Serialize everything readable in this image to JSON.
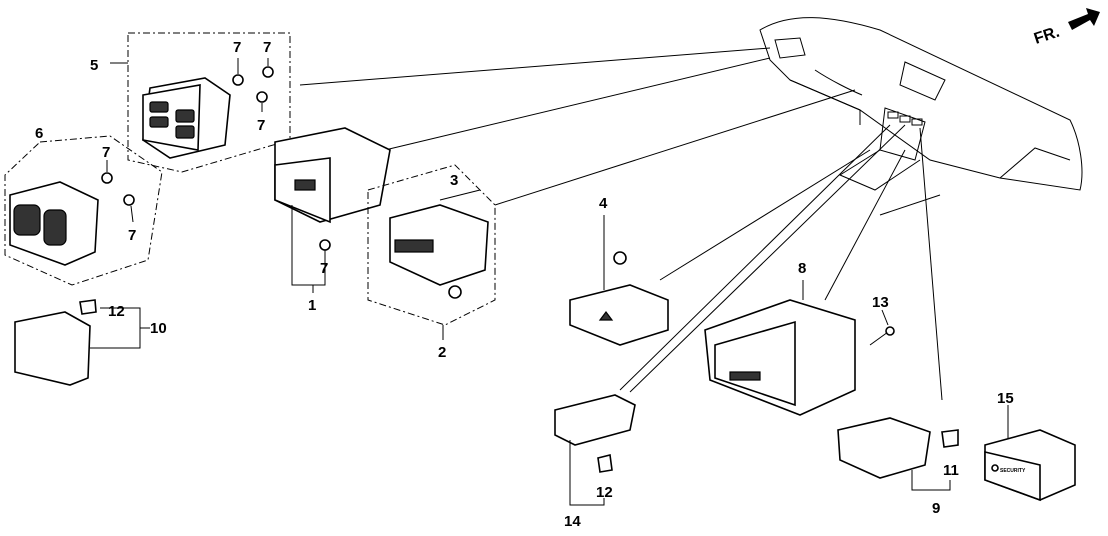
{
  "diagram": {
    "orientation_label": "FR.",
    "security_text": "SECURITY",
    "callouts": {
      "c1": "1",
      "c2": "2",
      "c3": "3",
      "c4": "4",
      "c5": "5",
      "c6": "6",
      "c7a": "7",
      "c7b": "7",
      "c7c": "7",
      "c7d": "7",
      "c7e": "7",
      "c7f": "7",
      "c8": "8",
      "c9": "9",
      "c10": "10",
      "c11": "11",
      "c12a": "12",
      "c12b": "12",
      "c13": "13",
      "c14": "14",
      "c15": "15"
    }
  }
}
